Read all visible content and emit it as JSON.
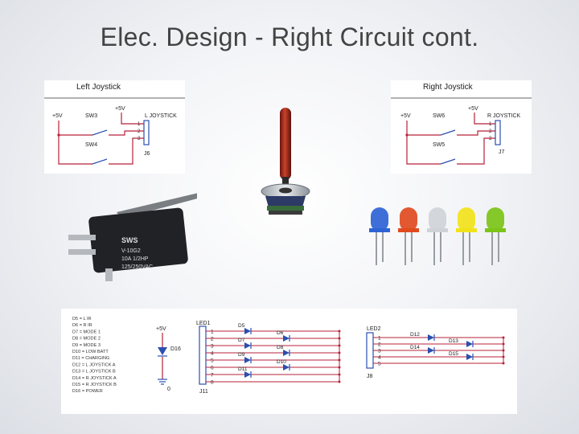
{
  "slide": {
    "title": "Elec. Design - Right Circuit cont."
  },
  "left_schematic": {
    "heading": "Left Joystick",
    "plus5v_a": "+5V",
    "plus5v_b": "+5V",
    "sw_top": "SW3",
    "sw_bottom": "SW4",
    "connector": "L JOYSTICK",
    "pins": [
      "1",
      "2",
      "3"
    ],
    "ref": "J6"
  },
  "right_schematic": {
    "heading": "Right Joystick",
    "plus5v_a": "+5V",
    "plus5v_b": "+5V",
    "sw_top": "SW6",
    "sw_bottom": "SW5",
    "connector": "R JOYSTICK",
    "pins": [
      "1",
      "2",
      "3"
    ],
    "ref": "J7"
  },
  "microswitch": {
    "brand": "SWS",
    "model": "V-10G2",
    "rating1": "10A 1/2HP",
    "rating2": "125/250VAC"
  },
  "led_photo": {
    "colors": [
      "#2e63d6",
      "#e04a1e",
      "#cfd3d8",
      "#f2e21a",
      "#7cc418"
    ]
  },
  "bottom_schematic": {
    "legend": [
      "D5 = L IR",
      "D6 = R IR",
      "D7 = MODE 1",
      "D8 = MODE 2",
      "D9 = MODE 3",
      "D10 = LOW BATT",
      "D11 = CHARGING",
      "D12 = L JOYSTICK A",
      "D13 = L JOYSTICK B",
      "D14 = R JOYSTICK A",
      "D15 = R JOYSTICK B",
      "D16 = POWER"
    ],
    "power_label": "+5V",
    "power_diode": "D16",
    "ground_label": "0",
    "led1": {
      "name": "LED1",
      "ref": "J11",
      "pins": [
        "1",
        "2",
        "3",
        "4",
        "5",
        "6",
        "7",
        "8"
      ]
    },
    "led1_diodes": [
      "D5",
      "D6",
      "D7",
      "D8",
      "D9",
      "D10",
      "D11"
    ],
    "led2": {
      "name": "LED2",
      "ref": "J8",
      "pins": [
        "1",
        "2",
        "3",
        "4",
        "5"
      ]
    },
    "led2_diodes": [
      "D12",
      "D13",
      "D14",
      "D15"
    ]
  }
}
